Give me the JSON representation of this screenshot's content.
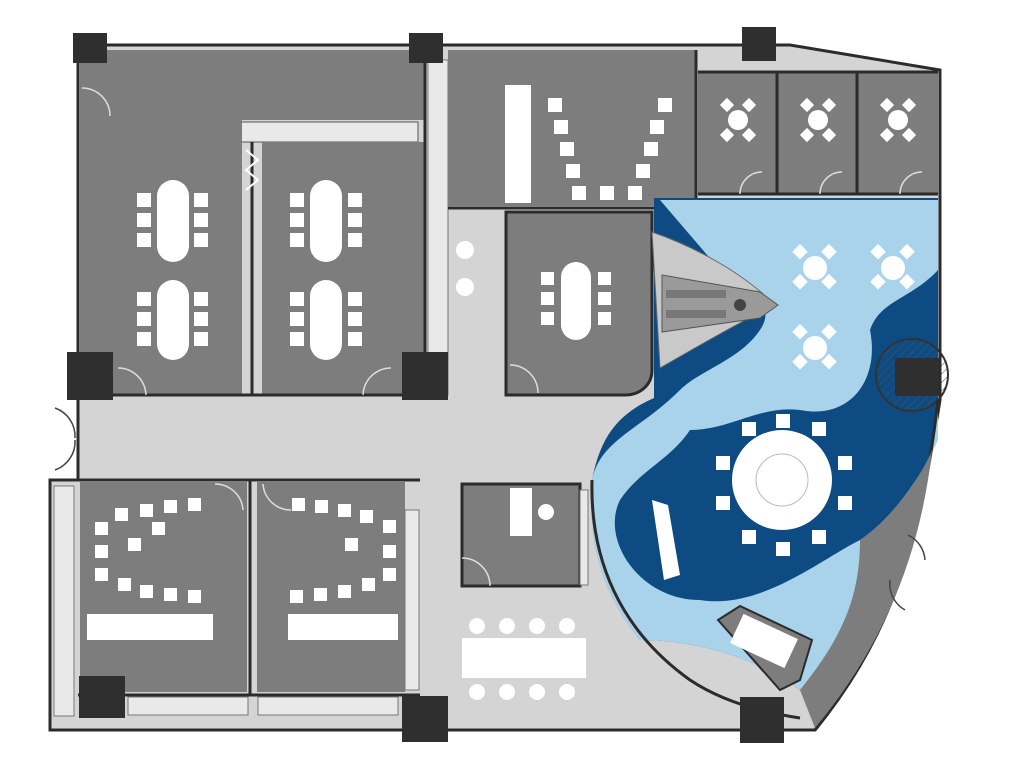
{
  "image": {
    "kind": "office floor plan",
    "labels": []
  },
  "colors": {
    "room_fill": "#7d7d7d",
    "corridor_fill": "#d4d4d4",
    "wall": "#2b2b2b",
    "column": "#2f2f2f",
    "furniture": "#ffffff",
    "lounge_dark_blue": "#0d4b82",
    "lounge_light_blue": "#a9d3ea",
    "glass": "#e9e9e9",
    "background": "#ffffff"
  },
  "rooms": [
    {
      "id": "meeting-room-1",
      "type": "conference"
    },
    {
      "id": "meeting-room-2",
      "type": "conference"
    },
    {
      "id": "training-room",
      "type": "training"
    },
    {
      "id": "phone-booth-1",
      "type": "booth"
    },
    {
      "id": "phone-booth-2",
      "type": "booth"
    },
    {
      "id": "phone-booth-3",
      "type": "booth"
    },
    {
      "id": "small-meeting-room",
      "type": "conference"
    },
    {
      "id": "lounge",
      "type": "lounge"
    },
    {
      "id": "classroom-1",
      "type": "classroom"
    },
    {
      "id": "classroom-2",
      "type": "classroom"
    },
    {
      "id": "office",
      "type": "office"
    },
    {
      "id": "pantry",
      "type": "pantry"
    }
  ],
  "icons": [
    "space-shuttle-icon",
    "round-table-icon",
    "door-swing-icon",
    "structural-column-icon"
  ]
}
